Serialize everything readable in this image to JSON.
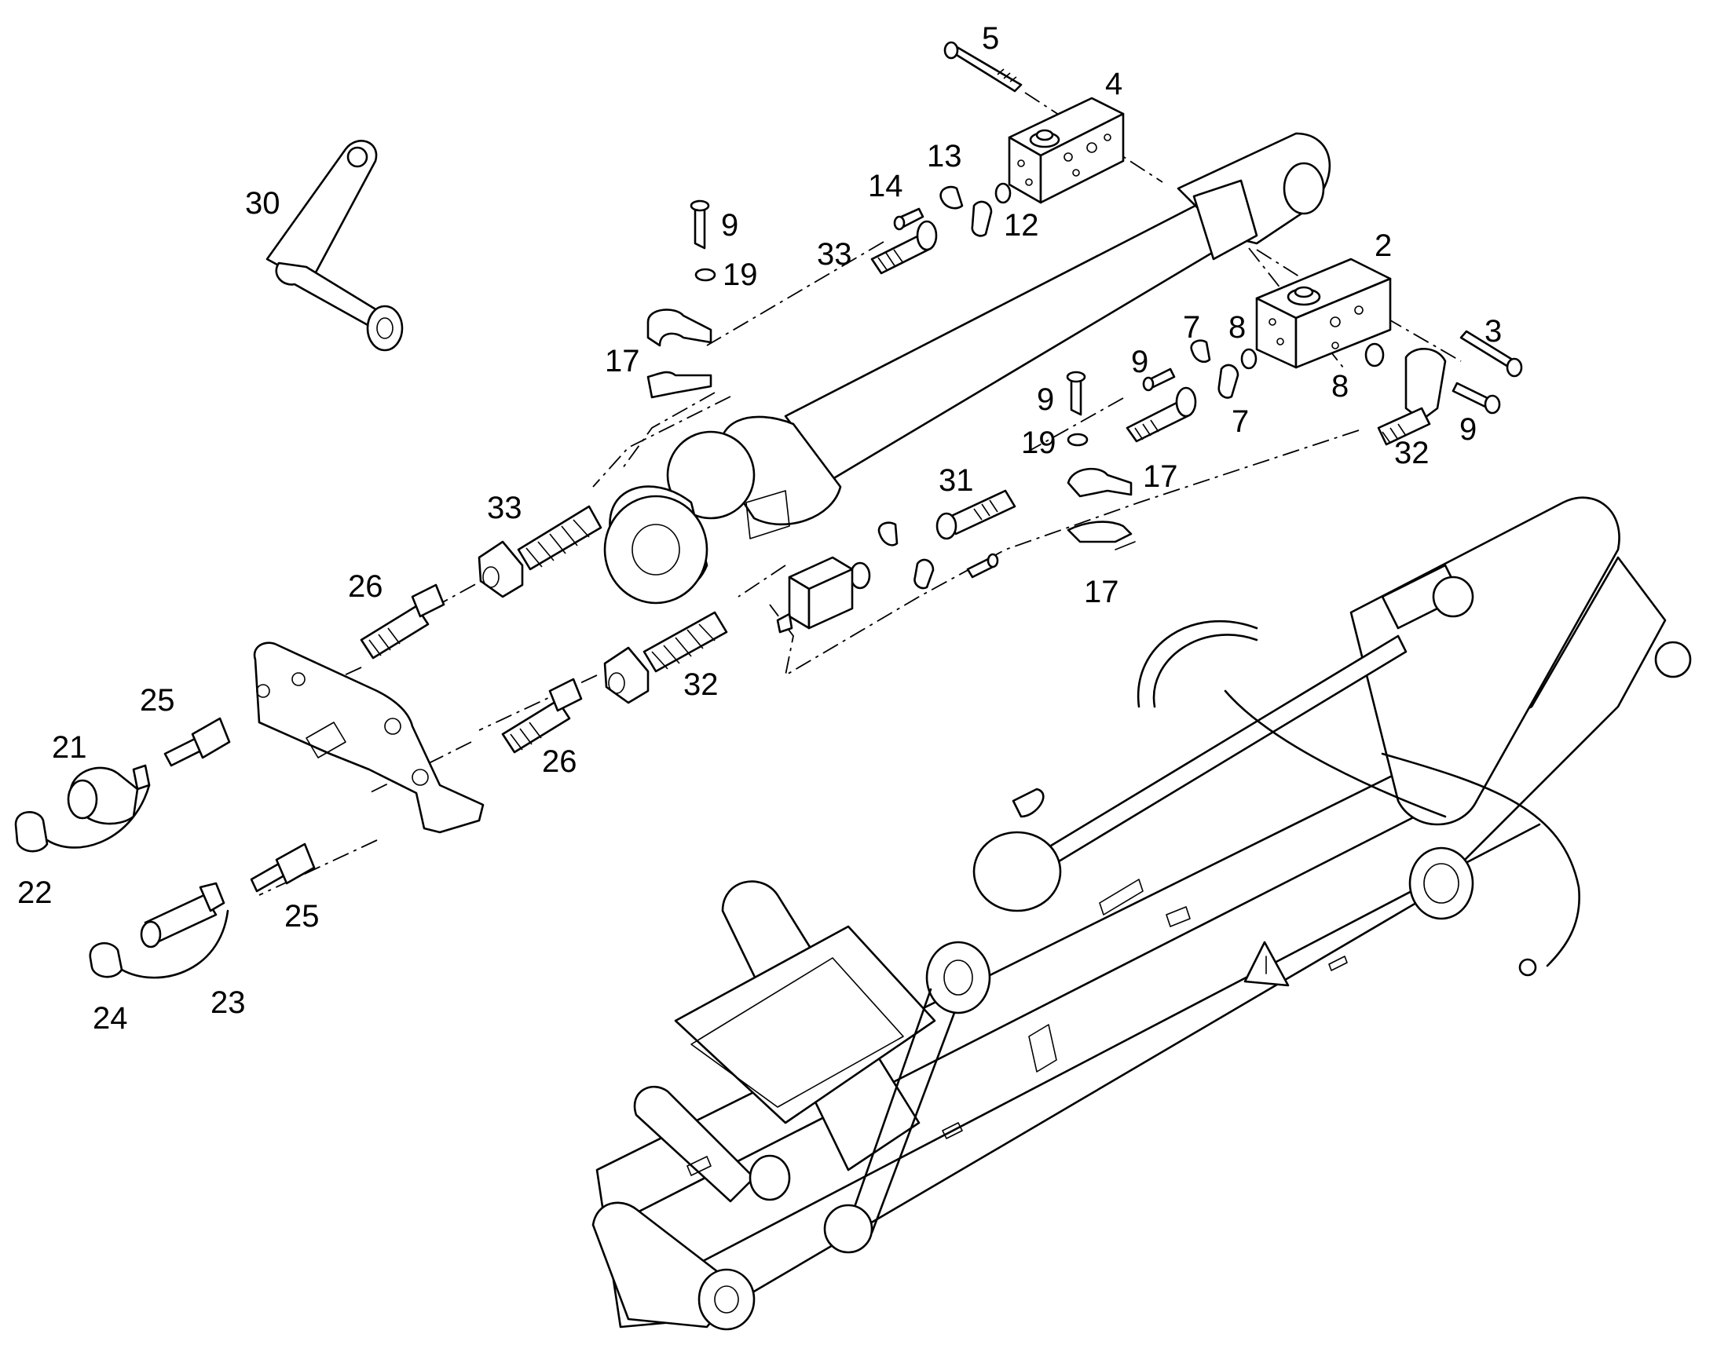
{
  "callouts": [
    {
      "id": "c5",
      "text": "5"
    },
    {
      "id": "c4",
      "text": "4"
    },
    {
      "id": "c13",
      "text": "13"
    },
    {
      "id": "c14",
      "text": "14"
    },
    {
      "id": "c12",
      "text": "12"
    },
    {
      "id": "c9a",
      "text": "9"
    },
    {
      "id": "c19a",
      "text": "19"
    },
    {
      "id": "c33a",
      "text": "33"
    },
    {
      "id": "c30",
      "text": "30"
    },
    {
      "id": "c17a",
      "text": "17"
    },
    {
      "id": "c2",
      "text": "2"
    },
    {
      "id": "c3",
      "text": "3"
    },
    {
      "id": "c7a",
      "text": "7"
    },
    {
      "id": "c8a",
      "text": "8"
    },
    {
      "id": "c9b",
      "text": "9"
    },
    {
      "id": "c9c",
      "text": "9"
    },
    {
      "id": "c8b",
      "text": "8"
    },
    {
      "id": "c7b",
      "text": "7"
    },
    {
      "id": "c9d",
      "text": "9"
    },
    {
      "id": "c19b",
      "text": "19"
    },
    {
      "id": "c32a",
      "text": "32"
    },
    {
      "id": "c17b",
      "text": "17"
    },
    {
      "id": "c31",
      "text": "31"
    },
    {
      "id": "c33b",
      "text": "33"
    },
    {
      "id": "c17c",
      "text": "17"
    },
    {
      "id": "c26a",
      "text": "26"
    },
    {
      "id": "c32b",
      "text": "32"
    },
    {
      "id": "c25a",
      "text": "25"
    },
    {
      "id": "c21",
      "text": "21"
    },
    {
      "id": "c26b",
      "text": "26"
    },
    {
      "id": "c22",
      "text": "22"
    },
    {
      "id": "c25b",
      "text": "25"
    },
    {
      "id": "c23",
      "text": "23"
    },
    {
      "id": "c24",
      "text": "24"
    }
  ]
}
